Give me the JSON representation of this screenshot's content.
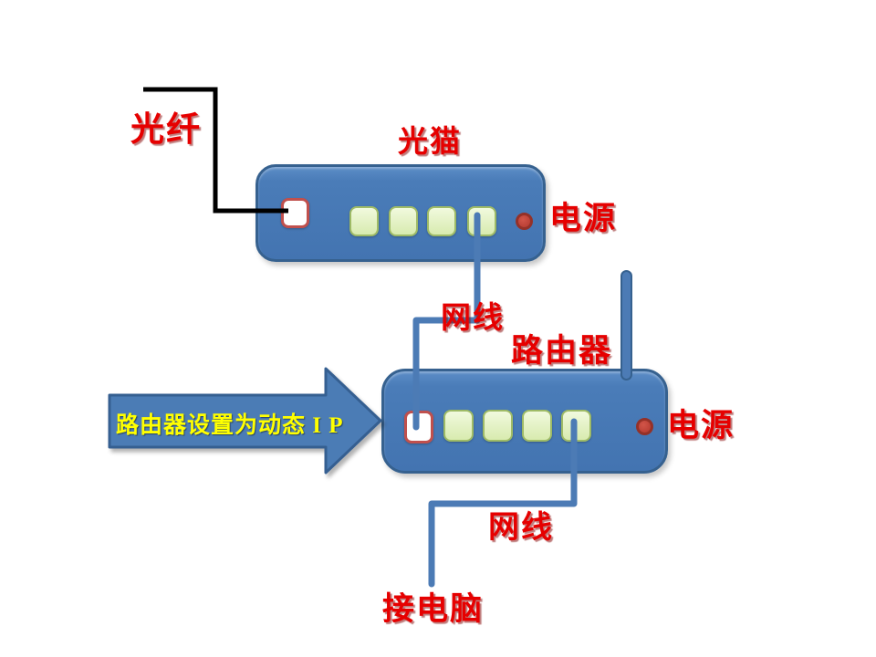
{
  "labels": {
    "fiber": "光纤",
    "modem_title": "光猫",
    "modem_power": "电源",
    "upper_cable": "网线",
    "router_title": "路由器",
    "router_power": "电源",
    "lower_cable": "网线",
    "computer": "接电脑"
  },
  "arrow": {
    "note": "路由器设置为动态 I P"
  },
  "modem": {
    "fiber_port_count": 1,
    "lan_port_count": 4
  },
  "router": {
    "wan_port_count": 1,
    "lan_port_count": 4
  },
  "colors": {
    "device_body_blue": "#4a7cb8",
    "device_border_blue": "#36618f",
    "port_green_fill": "#e3f1c4",
    "port_green_border": "#9fbb66",
    "wan_port_border_red": "#c0504d",
    "power_led_red": "#c0453a",
    "label_red": "#e60000",
    "cable_blue": "#4c7bb5",
    "fiber_black": "#000000",
    "arrow_fill_blue": "#4c7bb5",
    "arrow_border_blue": "#365f91",
    "arrow_text_yellow": "#ffff00",
    "background": "#ffffff"
  }
}
